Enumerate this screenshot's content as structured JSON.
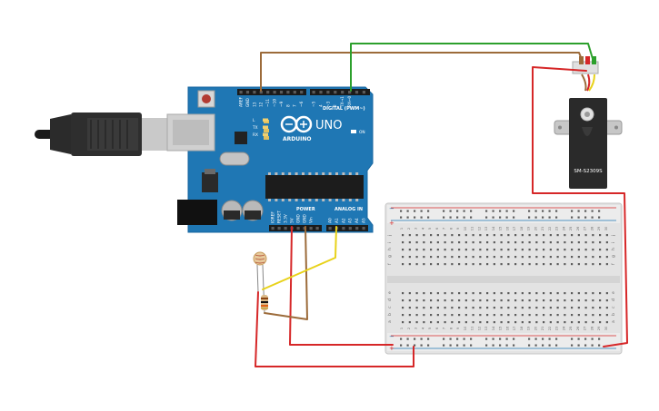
{
  "board": {
    "brand": "ARDUINO",
    "model": "UNO",
    "digital_header_label": "DIGITAL (PWM~)",
    "power_header_label": "POWER",
    "analog_header_label": "ANALOG IN",
    "on_label": "ON",
    "led_labels": [
      "L",
      "TX",
      "RX"
    ],
    "digital_pins": [
      "AREF",
      "GND",
      "13",
      "12",
      "~11",
      "~10",
      "~9",
      "8",
      "7",
      "~6",
      "~5",
      "4",
      "~3",
      "2",
      "TX→1",
      "RX←0"
    ],
    "power_pins": [
      "IOREF",
      "RESET",
      "3.3V",
      "5V",
      "GND",
      "GND",
      "Vin"
    ],
    "analog_pins": [
      "A0",
      "A1",
      "A2",
      "A3",
      "A4",
      "A5"
    ]
  },
  "servo": {
    "label": "SM-S2309S"
  },
  "breadboard": {
    "rows_top": [
      "j",
      "i",
      "h",
      "g",
      "f"
    ],
    "rows_bottom": [
      "e",
      "d",
      "c",
      "b",
      "a"
    ],
    "rail_plus": "+",
    "rail_minus": "−",
    "columns": 30
  },
  "colors": {
    "board_blue": "#1f77b4",
    "wire_red": "#d62728",
    "wire_green": "#2ca02c",
    "wire_brown": "#9c6b3a",
    "wire_yellow": "#e8d21a"
  }
}
